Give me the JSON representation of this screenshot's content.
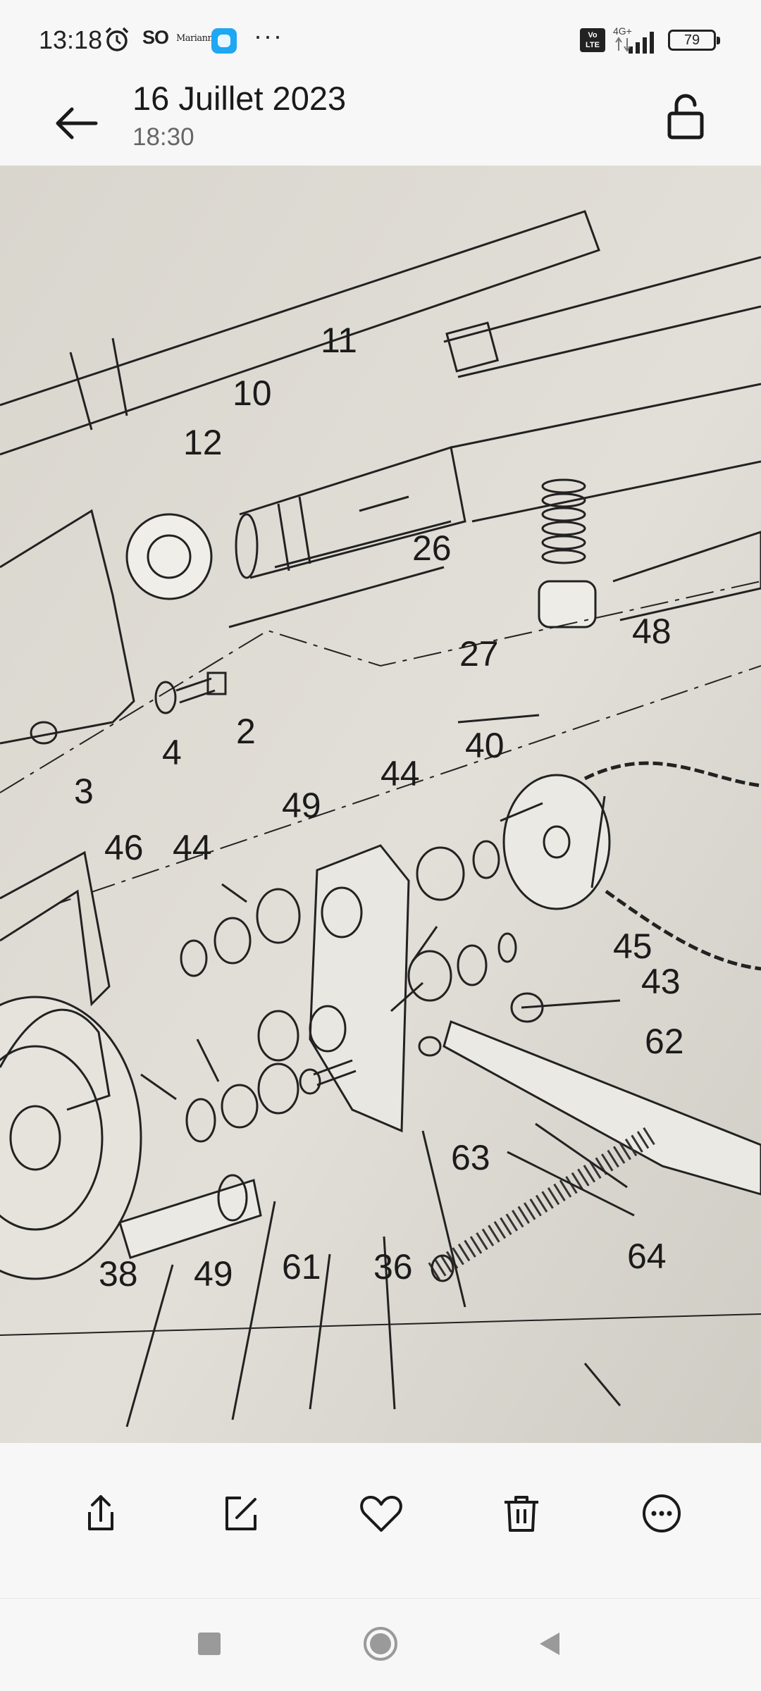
{
  "status_bar": {
    "time": "13:18",
    "carrier_short": "SO",
    "app_label": "Marianne",
    "more": "···",
    "volte": "Vo LTE",
    "network": "4G+",
    "battery": "79"
  },
  "header": {
    "title": "16 Juillet 2023",
    "subtitle": "18:30"
  },
  "photo": {
    "callouts": [
      "11",
      "10",
      "12",
      "26",
      "27",
      "48",
      "2",
      "4",
      "3",
      "40",
      "44",
      "49",
      "44",
      "46",
      "45",
      "43",
      "62",
      "63",
      "64",
      "38",
      "49",
      "61",
      "36"
    ]
  },
  "actions": {
    "share": "share-icon",
    "edit": "edit-icon",
    "favorite": "heart-icon",
    "delete": "trash-icon",
    "more": "more-icon"
  },
  "nav": {
    "recents": "square-icon",
    "home": "circle-icon",
    "back": "triangle-icon"
  }
}
